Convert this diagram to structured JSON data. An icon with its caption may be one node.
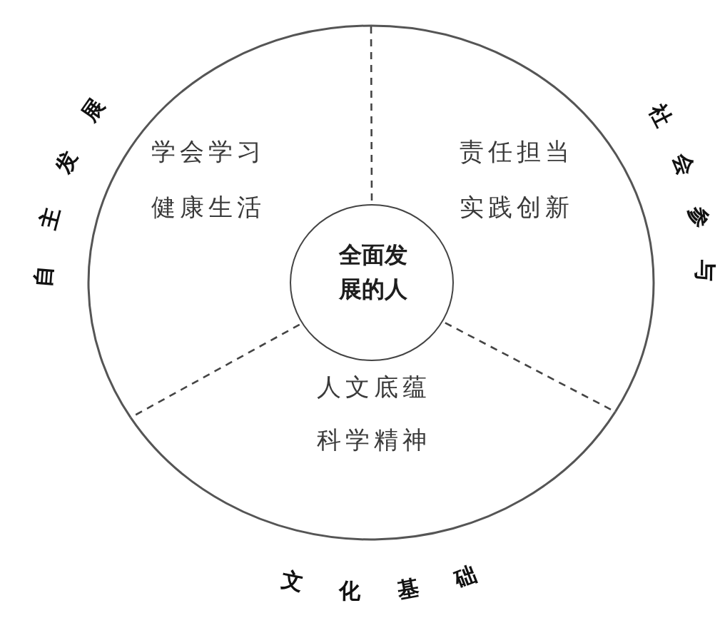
{
  "diagram": {
    "nodes": [
      {
        "text": [
          "自主发展",
          "学会学习",
          "健康生活"
        ]
      },
      {
        "text": [
          "责任担当",
          "实践创新",
          "社会参与"
        ]
      },
      {
        "text": [
          "全面发展的人"
        ]
      },
      {
        "text": [
          "人文底蕴",
          "科学精神",
          "文化基础"
        ]
      }
    ]
  }
}
